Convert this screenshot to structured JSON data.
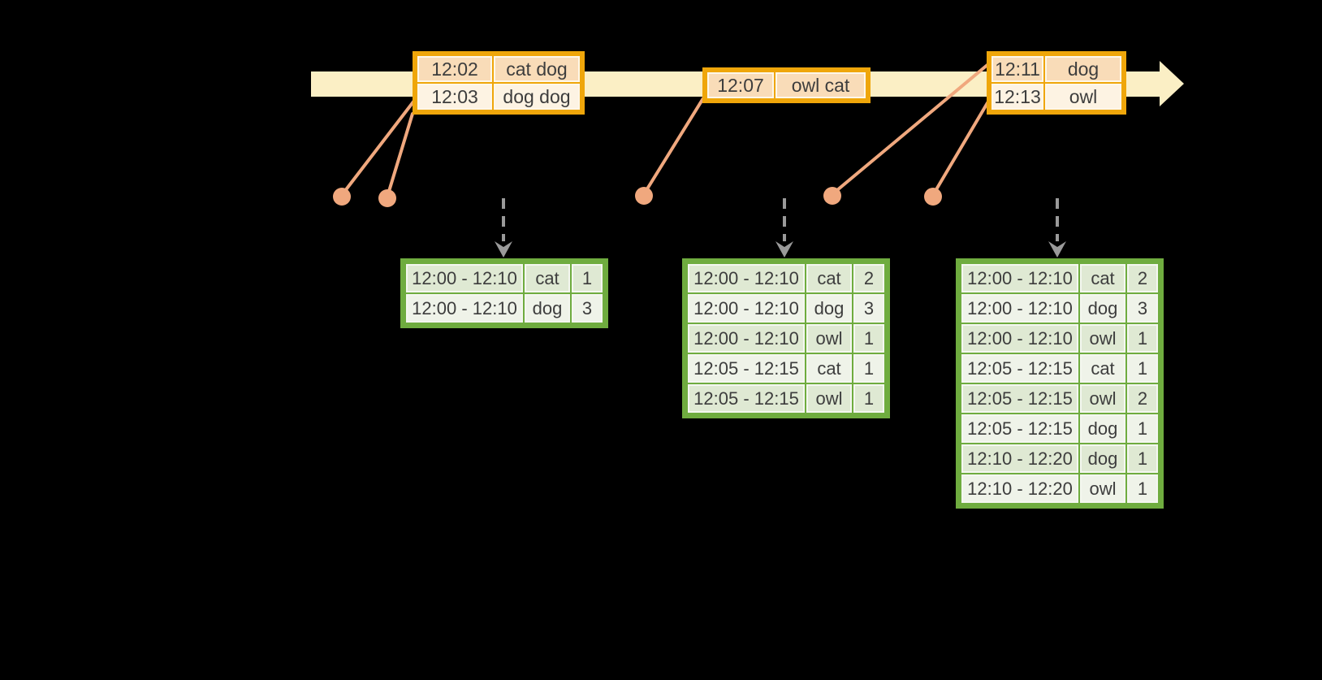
{
  "canvas": {
    "background": "#000000"
  },
  "colors": {
    "timeline_band": "#FBEFC5",
    "event_table_border": "#EFA60A",
    "event_row_dark": "#F9DCB8",
    "event_row_light": "#FDF3E3",
    "connector_salmon": "#F0A87E",
    "trigger_arrow_gray": "#9A9A9A",
    "result_table_border": "#6FAC3F",
    "result_row_dark": "#DFE9D3",
    "result_row_light": "#EFF3E9",
    "text": "#3D3D3D"
  },
  "icons": {
    "timeline_arrow": "right-arrow-band",
    "event_dot": "circle-marker",
    "trigger_arrow": "dashed-down-arrow"
  },
  "event_tables": [
    {
      "rows": [
        {
          "time": "12:02",
          "words": "cat dog"
        },
        {
          "time": "12:03",
          "words": "dog dog"
        }
      ]
    },
    {
      "rows": [
        {
          "time": "12:07",
          "words": "owl cat"
        }
      ]
    },
    {
      "rows": [
        {
          "time": "12:11",
          "words": "dog"
        },
        {
          "time": "12:13",
          "words": "owl"
        }
      ]
    }
  ],
  "result_tables": [
    {
      "rows": [
        {
          "window": "12:00 - 12:10",
          "word": "cat",
          "count": "1"
        },
        {
          "window": "12:00 - 12:10",
          "word": "dog",
          "count": "3"
        }
      ]
    },
    {
      "rows": [
        {
          "window": "12:00 - 12:10",
          "word": "cat",
          "count": "2"
        },
        {
          "window": "12:00 - 12:10",
          "word": "dog",
          "count": "3"
        },
        {
          "window": "12:00 - 12:10",
          "word": "owl",
          "count": "1"
        },
        {
          "window": "12:05 - 12:15",
          "word": "cat",
          "count": "1"
        },
        {
          "window": "12:05 - 12:15",
          "word": "owl",
          "count": "1"
        }
      ]
    },
    {
      "rows": [
        {
          "window": "12:00 - 12:10",
          "word": "cat",
          "count": "2"
        },
        {
          "window": "12:00 - 12:10",
          "word": "dog",
          "count": "3"
        },
        {
          "window": "12:00 - 12:10",
          "word": "owl",
          "count": "1"
        },
        {
          "window": "12:05 - 12:15",
          "word": "cat",
          "count": "1"
        },
        {
          "window": "12:05 - 12:15",
          "word": "owl",
          "count": "2"
        },
        {
          "window": "12:05 - 12:15",
          "word": "dog",
          "count": "1"
        },
        {
          "window": "12:10 - 12:20",
          "word": "dog",
          "count": "1"
        },
        {
          "window": "12:10 - 12:20",
          "word": "owl",
          "count": "1"
        }
      ]
    }
  ]
}
